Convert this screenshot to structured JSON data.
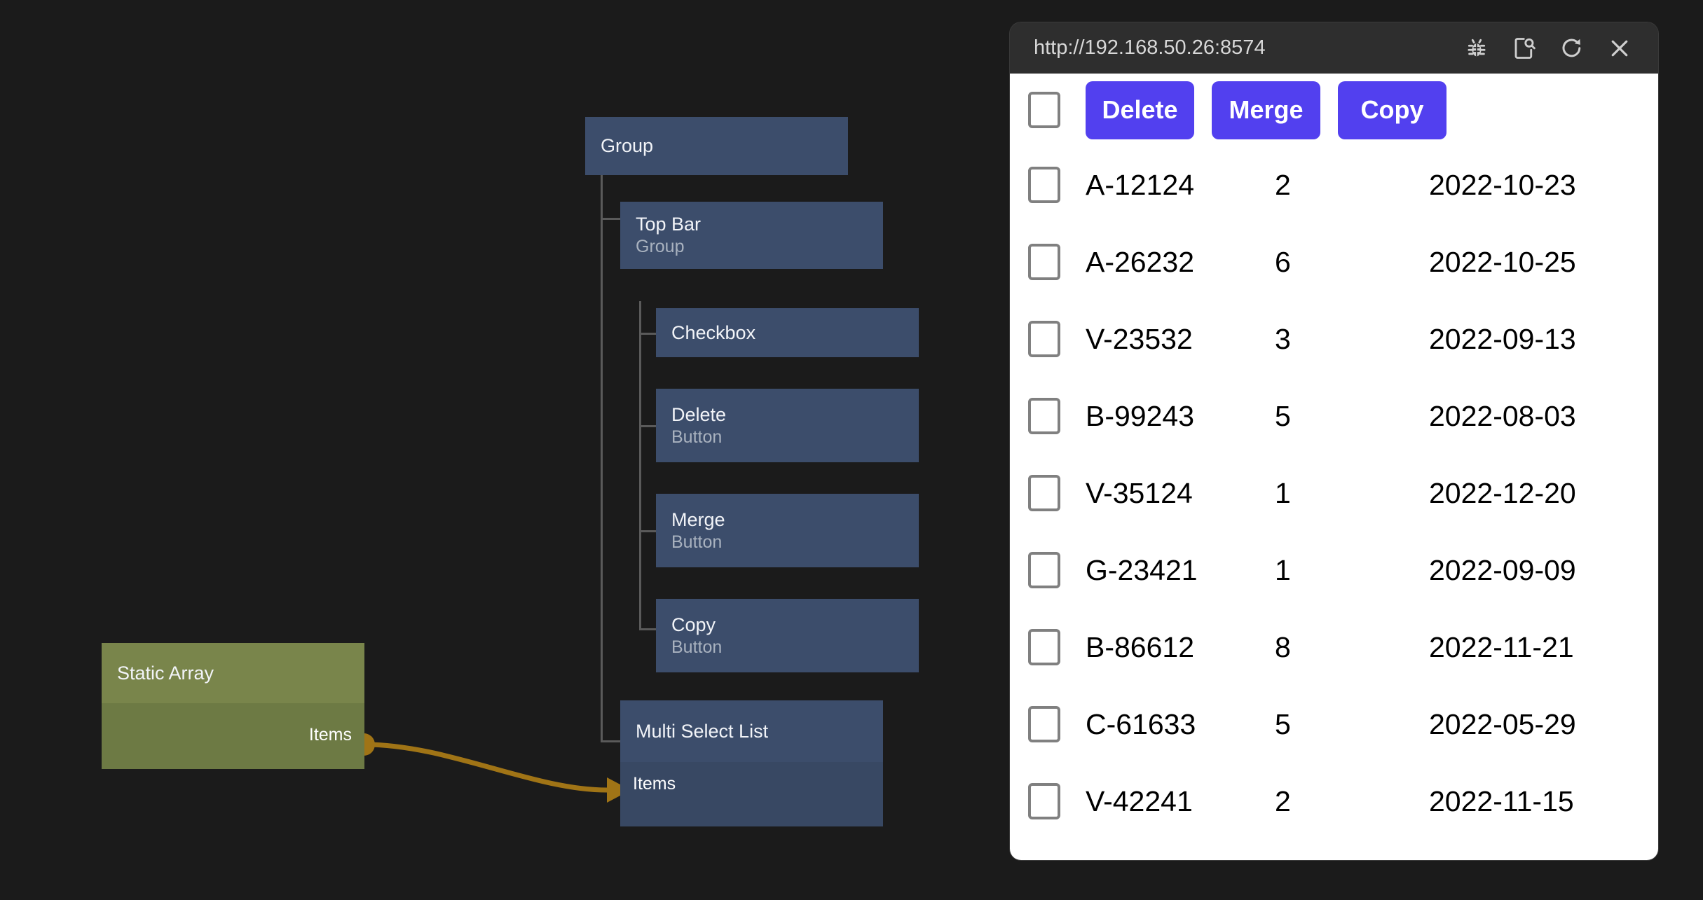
{
  "canvas": {
    "background": "#1b1b1b",
    "edge_color": "#a07416",
    "node_blue": "#3c4d6b",
    "node_green": "#79854b"
  },
  "graph": {
    "nodes": [
      {
        "id": "group",
        "title": "Group",
        "subtitle": ""
      },
      {
        "id": "topbar",
        "title": "Top Bar",
        "subtitle": "Group"
      },
      {
        "id": "checkbox",
        "title": "Checkbox",
        "subtitle": ""
      },
      {
        "id": "delete",
        "title": "Delete",
        "subtitle": "Button"
      },
      {
        "id": "merge",
        "title": "Merge",
        "subtitle": "Button"
      },
      {
        "id": "copy",
        "title": "Copy",
        "subtitle": "Button"
      },
      {
        "id": "mslist",
        "title": "Multi Select List",
        "subtitle": ""
      },
      {
        "id": "array",
        "title": "Static Array",
        "subtitle": ""
      }
    ],
    "ports": {
      "array_out": "Items",
      "mslist_in": "Items"
    }
  },
  "browser": {
    "url": "http://192.168.50.26:8574",
    "icons": {
      "debug": "bug-icon",
      "inspect": "page-search-icon",
      "reload": "reload-icon",
      "close": "close-icon"
    }
  },
  "app": {
    "accent_color": "#5240ef",
    "toolbar": {
      "select_all_label": "",
      "delete_label": "Delete",
      "merge_label": "Merge",
      "copy_label": "Copy"
    },
    "rows": [
      {
        "id": "A-12124",
        "count": "2",
        "date": "2022-10-23"
      },
      {
        "id": "A-26232",
        "count": "6",
        "date": "2022-10-25"
      },
      {
        "id": "V-23532",
        "count": "3",
        "date": "2022-09-13"
      },
      {
        "id": "B-99243",
        "count": "5",
        "date": "2022-08-03"
      },
      {
        "id": "V-35124",
        "count": "1",
        "date": "2022-12-20"
      },
      {
        "id": "G-23421",
        "count": "1",
        "date": "2022-09-09"
      },
      {
        "id": "B-86612",
        "count": "8",
        "date": "2022-11-21"
      },
      {
        "id": "C-61633",
        "count": "5",
        "date": "2022-05-29"
      },
      {
        "id": "V-42241",
        "count": "2",
        "date": "2022-11-15"
      }
    ]
  }
}
